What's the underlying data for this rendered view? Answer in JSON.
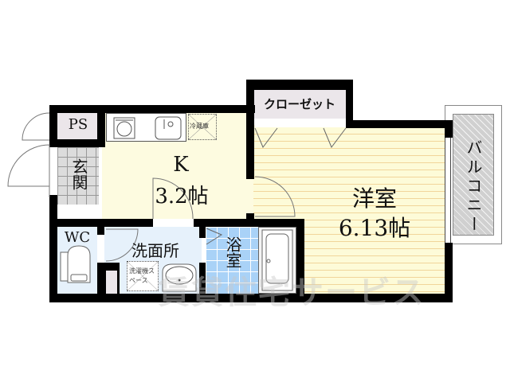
{
  "floorplan": {
    "rooms": {
      "ps": {
        "label": "PS"
      },
      "entrance": {
        "label": "玄関"
      },
      "kitchen": {
        "label": "K",
        "size": "3.2帖"
      },
      "closet": {
        "label": "クローゼット"
      },
      "western_room": {
        "label": "洋室",
        "size": "6.13帖"
      },
      "balcony": {
        "label": "バルコニー"
      },
      "wc": {
        "label": "WC"
      },
      "washroom": {
        "label": "洗面所"
      },
      "bathroom": {
        "label": "浴室"
      }
    },
    "fixtures": {
      "refrigerator": {
        "label": "冷蔵庫"
      },
      "washer_space": {
        "label": "洗濯機スペース"
      }
    },
    "watermark": {
      "text": "賃貸住宅サービス"
    },
    "colors": {
      "wall": "#000000",
      "kitchen_floor": "#fdfbe0",
      "western_floor": "#fdfbd8",
      "floor_stripe": "#f1d59a",
      "bath_tile": "#a9d2f7",
      "wet_area": "#e6f1fb",
      "storage": "#ebe6ea",
      "balcony": "#d0d0d0"
    }
  }
}
